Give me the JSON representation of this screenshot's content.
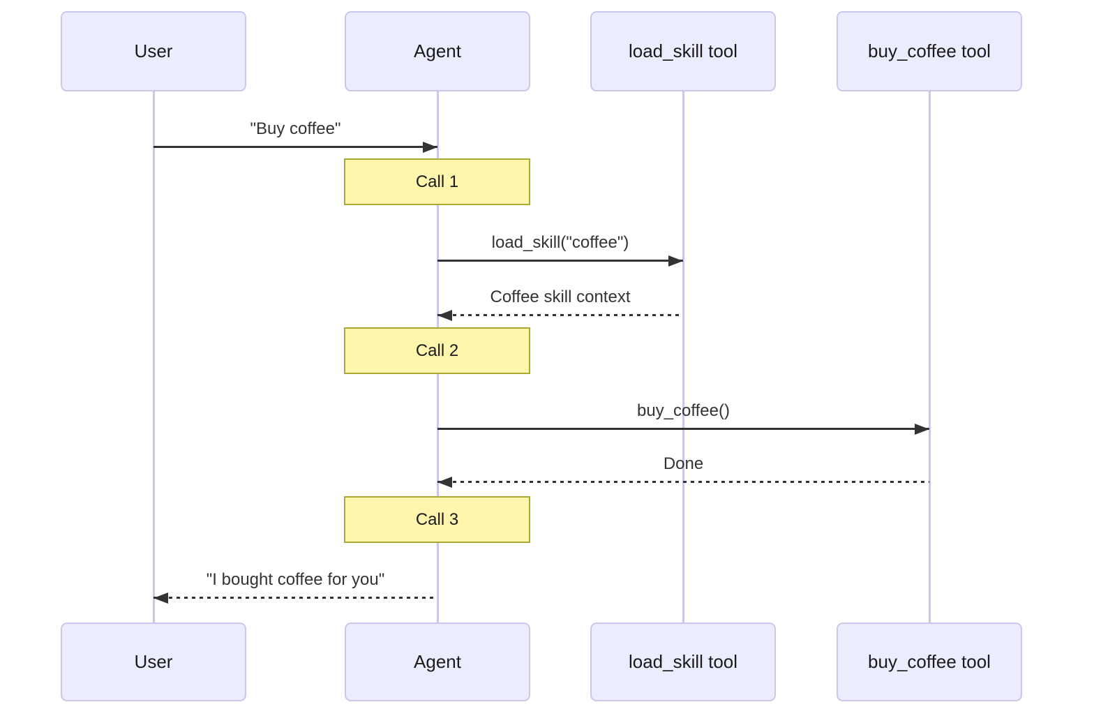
{
  "diagram": {
    "type": "sequence",
    "background": "#ffffff",
    "colors": {
      "actor_fill": "#ececff",
      "actor_border": "#ccc6ea",
      "lifeline": "#cdc5f0",
      "note_fill": "#fff5ad",
      "note_border": "#aaaa33",
      "arrow": "#333333",
      "text": "#333333"
    },
    "participants": [
      {
        "id": "user",
        "label": "User"
      },
      {
        "id": "agent",
        "label": "Agent"
      },
      {
        "id": "load-skill-tool",
        "label": "load_skill tool"
      },
      {
        "id": "buy-coffee-tool",
        "label": "buy_coffee tool"
      }
    ],
    "events": [
      {
        "kind": "message",
        "text": "\"Buy coffee\"",
        "from": 0,
        "to": 1,
        "style": "solid"
      },
      {
        "kind": "note",
        "text": "Call 1",
        "over": 1
      },
      {
        "kind": "message",
        "text": "load_skill(\"coffee\")",
        "from": 1,
        "to": 2,
        "style": "solid"
      },
      {
        "kind": "message",
        "text": "Coffee skill context",
        "from": 2,
        "to": 1,
        "style": "dotted"
      },
      {
        "kind": "note",
        "text": "Call 2",
        "over": 1
      },
      {
        "kind": "message",
        "text": "buy_coffee()",
        "from": 1,
        "to": 3,
        "style": "solid"
      },
      {
        "kind": "message",
        "text": "Done",
        "from": 3,
        "to": 1,
        "style": "dotted"
      },
      {
        "kind": "note",
        "text": "Call 3",
        "over": 1
      },
      {
        "kind": "message",
        "text": "\"I bought coffee for you\"",
        "from": 1,
        "to": 0,
        "style": "dotted"
      }
    ]
  }
}
